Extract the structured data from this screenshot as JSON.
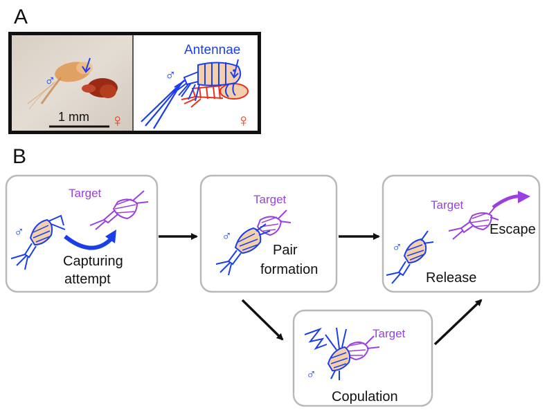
{
  "panel_a": {
    "letter": "A",
    "photo": {
      "male_symbol": "♂",
      "female_symbol": "♀",
      "scale_label": "1 mm"
    },
    "drawing": {
      "male_symbol": "♂",
      "female_symbol": "♀",
      "antennae_label": "Antennae"
    }
  },
  "panel_b": {
    "letter": "B",
    "boxes": {
      "capture": {
        "target": "Target",
        "male": "♂",
        "caption_line1": "Capturing",
        "caption_line2": "attempt"
      },
      "pair": {
        "target": "Target",
        "male": "♂",
        "caption_line1": "Pair",
        "caption_line2": "formation"
      },
      "release": {
        "target": "Target",
        "male": "♂",
        "escape": "Escape",
        "release": "Release"
      },
      "copulation": {
        "target": "Target",
        "male": "♂",
        "caption": "Copulation"
      }
    }
  },
  "colors": {
    "male": "#1a3ee8",
    "target": "#9b3fe0",
    "female": "#e8311a",
    "body_fill": "#f4cfae",
    "box_border": "#b9b9b9"
  }
}
